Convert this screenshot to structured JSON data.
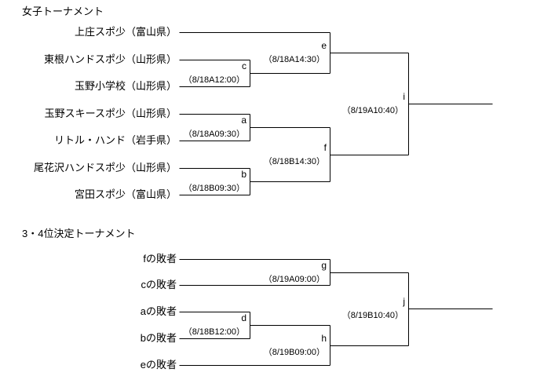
{
  "colors": {
    "background": "#ffffff",
    "line": "#000000",
    "text": "#000000"
  },
  "t1": {
    "title": "女子トーナメント",
    "teams": [
      "上庄スポ少（富山県）",
      "東根ハンドスポ少（山形県）",
      "玉野小学校（山形県）",
      "玉野スキースポ少（山形県）",
      "リトル・ハンド（岩手県）",
      "尾花沢ハンドスポ少（山形県）",
      "宮田スポ少（富山県）"
    ],
    "matches": {
      "a": {
        "label": "a",
        "time": "（8/18A09:30）"
      },
      "b": {
        "label": "b",
        "time": "（8/18B09:30）"
      },
      "c": {
        "label": "c",
        "time": "（8/18A12:00）"
      },
      "e": {
        "label": "e",
        "time": "（8/18A14:30）"
      },
      "f": {
        "label": "f",
        "time": "（8/18B14:30）"
      },
      "i": {
        "label": "i",
        "time": "（8/19A10:40）"
      }
    }
  },
  "t2": {
    "title": "3・4位決定トーナメント",
    "teams": [
      "fの敗者",
      "cの敗者",
      "aの敗者",
      "bの敗者",
      "eの敗者"
    ],
    "matches": {
      "g": {
        "label": "g",
        "time": "（8/19A09:00）"
      },
      "d": {
        "label": "d",
        "time": "（8/18B12:00）"
      },
      "h": {
        "label": "h",
        "time": "（8/19B09:00）"
      },
      "j": {
        "label": "j",
        "time": "（8/19B10:40）"
      }
    }
  }
}
